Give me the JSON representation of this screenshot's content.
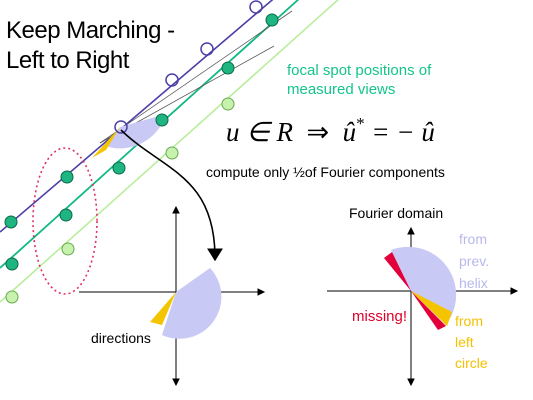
{
  "title": {
    "line1": "Keep Marching -",
    "line2": "Left to Right"
  },
  "focal_label": {
    "line1": "focal spot positions of",
    "line2": "measured views"
  },
  "equation": {
    "lhs": "u ∈ R",
    "arrow": "⇒",
    "rhs_base": "û",
    "rhs_sup": "*",
    "rhs_tail": "= − û"
  },
  "compute_text": "compute only ½of Fourier components",
  "fourier_domain_label": "Fourier domain",
  "directions_label": "directions",
  "missing_label": "missing!",
  "from_prev_helix": [
    "from",
    "prev.",
    "helix"
  ],
  "from_left_circle": [
    "from",
    "left",
    "circle"
  ],
  "colors": {
    "helix_purple": "#4b3fa8",
    "helix_teal": "#12b886",
    "helix_light": "#b8ee9c",
    "dots_teal": "#1fb581",
    "dots_light": "#c6f2ad",
    "halfdisk": "#c9c9f5",
    "missing_red": "#e2003a",
    "left_circle_yellow": "#f5c400",
    "ellipse_pink": "#e03060",
    "focal_text": "#14c48c"
  },
  "icons": [
    "focal-spot-dot",
    "curved-arrow"
  ]
}
